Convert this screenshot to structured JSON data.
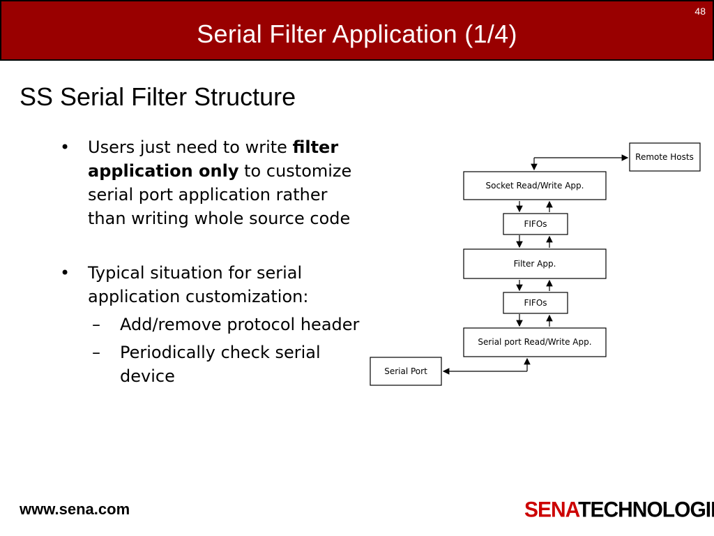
{
  "slide": {
    "number": "48",
    "title": "Serial Filter Application (1/4)",
    "subtitle": "SS Serial Filter Structure"
  },
  "bullets": [
    {
      "pre": "Users just need to write ",
      "bold": "filter application only",
      "post": " to customize serial port application rather than writing whole source code"
    },
    {
      "text": "Typical situation for serial application customization:",
      "subitems": [
        "Add/remove protocol header",
        "Periodically check serial device"
      ]
    }
  ],
  "diagram": {
    "remote_hosts": "Remote Hosts",
    "socket_app": "Socket Read/Write App.",
    "fifos_top": "FIFOs",
    "filter_app": "Filter App.",
    "fifos_bottom": "FIFOs",
    "serial_app": "Serial port Read/Write App.",
    "serial_port": "Serial Port"
  },
  "footer": {
    "url": "www.sena.com",
    "logo_red": "SENA",
    "logo_black": "TECHNOLOGIES"
  },
  "colors": {
    "title_bar": "#990000",
    "logo_red": "#cc0000"
  }
}
